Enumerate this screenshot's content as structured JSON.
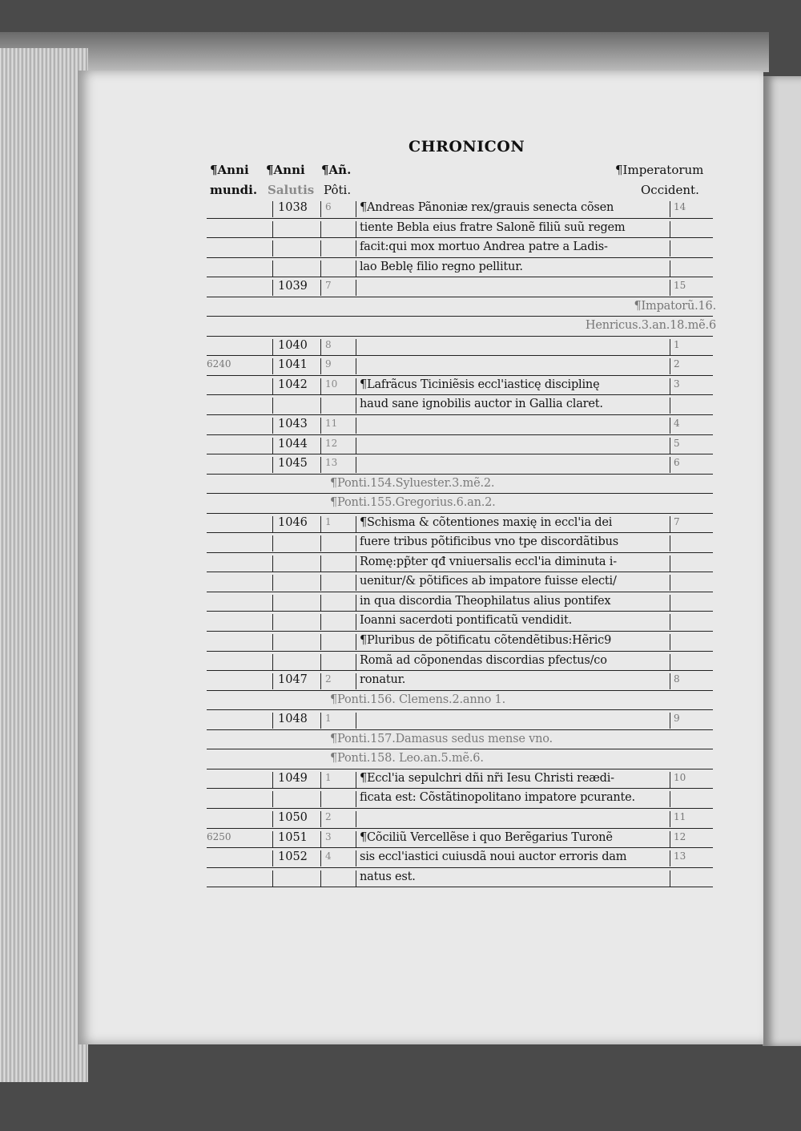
{
  "title": "CHRONICON",
  "headers": {
    "anni_mundi_1": "¶Anni",
    "anni_mundi_2": "mundi.",
    "anni_salutis_1": "¶Anni",
    "anni_salutis_2": "Salutis",
    "an_poti_1": "¶Añ.",
    "an_poti_2": "Pôti.",
    "imperatorum_1": "¶Imperatorum",
    "imperatorum_2": "Occident."
  },
  "rows": [
    {
      "s": "1038",
      "p": "6",
      "t": "¶Andreas Pãnoniæ rex/grauis senecta cõsen",
      "r": "14"
    },
    {
      "t": "tiente Bebla eius fratre Salonẽ filiũ suũ regem"
    },
    {
      "t": "facit:qui mox mortuo Andrea patre a Ladis-"
    },
    {
      "t": "lao Beblę filio regno pellitur."
    },
    {
      "s": "1039",
      "p": "7",
      "r": "15"
    },
    {
      "k": "imp",
      "t": "¶Impatorũ.16."
    },
    {
      "k": "imp",
      "t": "Henricus.3.an.18.mẽ.6"
    },
    {
      "s": "1040",
      "p": "8",
      "r": "1"
    },
    {
      "m": "6240",
      "s": "1041",
      "p": "9",
      "r": "2"
    },
    {
      "s": "1042",
      "p": "10",
      "t": "¶Lafrãcus Ticiniẽsis eccl'iasticę disciplinę",
      "r": "3"
    },
    {
      "t": "haud sane ignobilis auctor in Gallia claret."
    },
    {
      "s": "1043",
      "p": "11",
      "r": "4"
    },
    {
      "s": "1044",
      "p": "12",
      "r": "5"
    },
    {
      "s": "1045",
      "p": "13",
      "r": "6"
    },
    {
      "k": "ponti",
      "t": "¶Ponti.154.Syluester.3.mẽ.2."
    },
    {
      "k": "ponti",
      "t": "¶Ponti.155.Gregorius.6.an.2."
    },
    {
      "s": "1046",
      "p": "1",
      "t": "¶Schisma & cõtentiones maxię in eccl'ia dei",
      "r": "7"
    },
    {
      "t": "fuere tribus põtificibus vno tpe discordãtibus"
    },
    {
      "t": "Romę:pp̃ter qđ vniuersalis eccl'ia diminuta i-"
    },
    {
      "t": "uenitur/& põtifices ab impatore fuisse electi/"
    },
    {
      "t": "in qua discordia Theophilatus alius pontifex"
    },
    {
      "t": "Ioanni sacerdoti pontificatũ vendidit."
    },
    {
      "t": "¶Pluribus de põtificatu cõtendẽtibus:Hẽric9"
    },
    {
      "t": "Romã ad cõponendas discordias pfectus/co"
    },
    {
      "s": "1047",
      "p": "2",
      "t": "ronatur.",
      "r": "8"
    },
    {
      "k": "ponti",
      "t": "¶Ponti.156. Clemens.2.anno 1."
    },
    {
      "s": "1048",
      "p": "1",
      "r": "9"
    },
    {
      "k": "ponti",
      "t": "¶Ponti.157.Damasus sedus mense vno."
    },
    {
      "k": "ponti",
      "t": "¶Ponti.158. Leo.an.5.mẽ.6."
    },
    {
      "s": "1049",
      "p": "1",
      "t": "¶Eccl'ia sepulchri dñi nr̃i Iesu Christi reædi-",
      "r": "10"
    },
    {
      "t": "ficata est: Cõstãtinopolitano impatore pcurante."
    },
    {
      "s": "1050",
      "p": "2",
      "r": "11"
    },
    {
      "m": "6250",
      "s": "1051",
      "p": "3",
      "t": "¶Cõciliũ Vercellẽse i quo Berẽgarius Turonẽ",
      "r": "12"
    },
    {
      "s": "1052",
      "p": "4",
      "t": "sis eccl'iastici cuiusdã noui auctor erroris dam",
      "r": "13"
    },
    {
      "t": "natus est."
    }
  ]
}
